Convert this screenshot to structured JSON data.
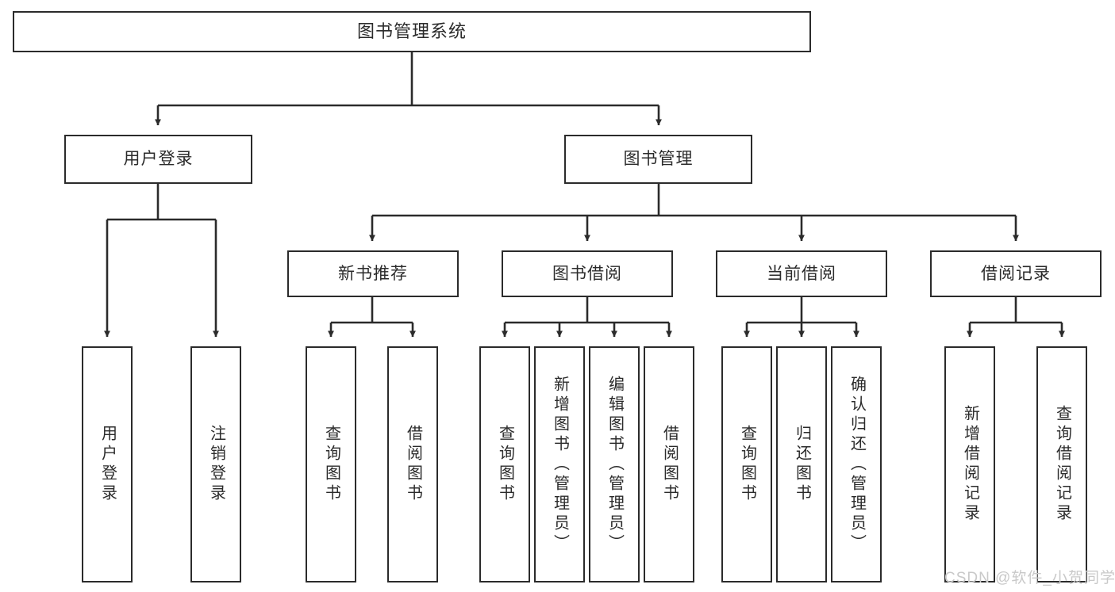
{
  "diagram": {
    "title": "图书管理系统",
    "watermark": "CSDN @软件_小贺同学",
    "line_color": "#2b2b2b",
    "box_fill": "#ffffff",
    "text_color": "#2b2b2b",
    "watermark_color": "#c9c9c9",
    "levels": {
      "root": "图书管理系统",
      "level2": [
        "用户登录",
        "图书管理"
      ],
      "level3": [
        "新书推荐",
        "图书借阅",
        "当前借阅",
        "借阅记录"
      ]
    },
    "nodes": {
      "root": {
        "label": "图书管理系统"
      },
      "user_login": {
        "label": "用户登录"
      },
      "book_manage": {
        "label": "图书管理"
      },
      "new_book_rec": {
        "label": "新书推荐"
      },
      "book_borrow": {
        "label": "图书借阅"
      },
      "current_borrow": {
        "label": "当前借阅"
      },
      "borrow_record": {
        "label": "借阅记录"
      },
      "leaf_user_login": {
        "label": "用户登录"
      },
      "leaf_user_logout": {
        "label": "注销登录"
      },
      "leaf_rec_query": {
        "label": "查询图书"
      },
      "leaf_rec_borrow": {
        "label": "借阅图书"
      },
      "leaf_borrow_query": {
        "label": "查询图书"
      },
      "leaf_borrow_add": {
        "label": "新增图书（管理员）"
      },
      "leaf_borrow_edit": {
        "label": "编辑图书（管理员）"
      },
      "leaf_borrow_borrow": {
        "label": "借阅图书"
      },
      "leaf_cur_query": {
        "label": "查询图书"
      },
      "leaf_cur_return": {
        "label": "归还图书"
      },
      "leaf_cur_confirm": {
        "label": "确认归还（管理员）"
      },
      "leaf_rec_add": {
        "label": "新增借阅记录"
      },
      "leaf_rec_query_record": {
        "label": "查询借阅记录"
      }
    },
    "tree": [
      {
        "label": "图书管理系统",
        "children": [
          {
            "label": "用户登录",
            "children": [
              {
                "label": "用户登录"
              },
              {
                "label": "注销登录"
              }
            ]
          },
          {
            "label": "图书管理",
            "children": [
              {
                "label": "新书推荐",
                "children": [
                  {
                    "label": "查询图书"
                  },
                  {
                    "label": "借阅图书"
                  }
                ]
              },
              {
                "label": "图书借阅",
                "children": [
                  {
                    "label": "查询图书"
                  },
                  {
                    "label": "新增图书（管理员）"
                  },
                  {
                    "label": "编辑图书（管理员）"
                  },
                  {
                    "label": "借阅图书"
                  }
                ]
              },
              {
                "label": "当前借阅",
                "children": [
                  {
                    "label": "查询图书"
                  },
                  {
                    "label": "归还图书"
                  },
                  {
                    "label": "确认归还（管理员）"
                  }
                ]
              },
              {
                "label": "借阅记录",
                "children": [
                  {
                    "label": "新增借阅记录"
                  },
                  {
                    "label": "查询借阅记录"
                  }
                ]
              }
            ]
          }
        ]
      }
    ]
  }
}
